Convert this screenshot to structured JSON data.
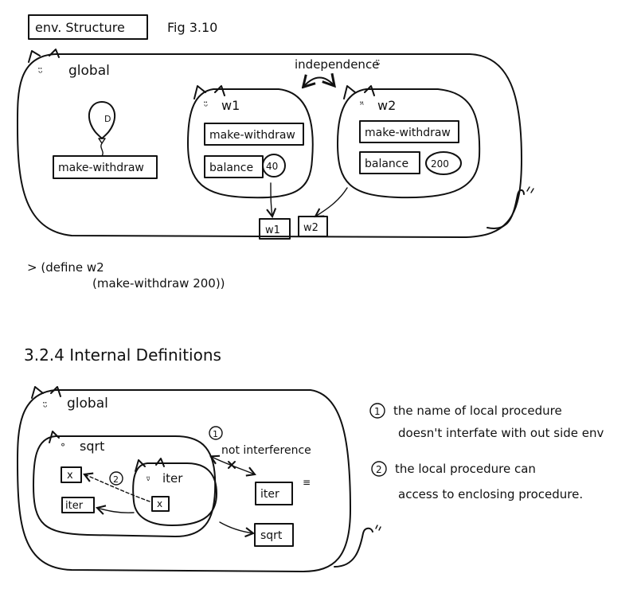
{
  "top": {
    "title_box": "env. Structure",
    "fig_label": "Fig 3.10",
    "global_label": "global",
    "independence_label": "independence",
    "balloon_label": "D",
    "global_make_withdraw": "make-withdraw",
    "w1": {
      "label": "w1",
      "make_withdraw": "make-withdraw",
      "balance_label": "balance",
      "balance_value": "40"
    },
    "w2": {
      "label": "w2",
      "make_withdraw": "make-withdraw",
      "balance_label": "balance",
      "balance_value": "200"
    },
    "var_w1": "w1",
    "var_w2": "w2",
    "code_line1": "> (define  w2",
    "code_line2": "(make-withdraw  200))"
  },
  "section": {
    "heading": "3.2.4  Internal Definitions"
  },
  "bottom": {
    "global_label": "global",
    "sqrt_label": "sqrt",
    "iter_label": "iter",
    "x_box": "x",
    "iter_box": "iter",
    "x_box_inner": "x",
    "marker_1": "1",
    "marker_2": "2",
    "not_interference": "not interference",
    "iter_right": "iter",
    "sqrt_right": "sqrt"
  },
  "notes": {
    "n1_num": "1",
    "n1_line1": "the name of local procedure",
    "n1_line2": "doesn't interfate with out side env",
    "n2_num": "2",
    "n2_line1": "the local procedure can",
    "n2_line2": "access to enclosing procedure."
  }
}
